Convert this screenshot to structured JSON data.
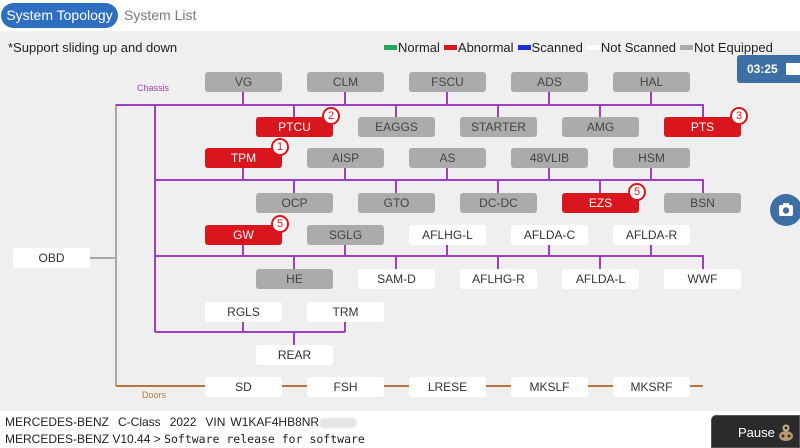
{
  "tabs": [
    {
      "label": "System Topology",
      "active": true
    },
    {
      "label": "System List",
      "active": false
    }
  ],
  "hint": "*Support sliding up and down",
  "legend": [
    {
      "label": "Normal",
      "color": "#1fa855"
    },
    {
      "label": "Abnormal",
      "color": "#d9161d"
    },
    {
      "label": "Scanned",
      "color": "#1a2fd6"
    },
    {
      "label": "Not Scanned",
      "color": "#ffffff"
    },
    {
      "label": "Not Equipped",
      "color": "#ababab"
    }
  ],
  "timer": "03:25",
  "groups": {
    "chassis": {
      "label": "Chassis",
      "color": "#9b3fbf"
    },
    "doors": {
      "label": "Doors",
      "color": "#b5773f"
    }
  },
  "obd": {
    "label": "OBD"
  },
  "modules": [
    {
      "label": "VG",
      "status": "not_equipped"
    },
    {
      "label": "CLM",
      "status": "not_equipped"
    },
    {
      "label": "FSCU",
      "status": "not_equipped"
    },
    {
      "label": "ADS",
      "status": "not_equipped"
    },
    {
      "label": "HAL",
      "status": "not_equipped"
    },
    {
      "label": "PTCU",
      "status": "abnormal",
      "faults": "2"
    },
    {
      "label": "EAGGS",
      "status": "not_equipped"
    },
    {
      "label": "STARTER",
      "status": "not_equipped"
    },
    {
      "label": "AMG",
      "status": "not_equipped"
    },
    {
      "label": "PTS",
      "status": "abnormal",
      "faults": "3"
    },
    {
      "label": "TPM",
      "status": "abnormal",
      "faults": "1"
    },
    {
      "label": "AISP",
      "status": "not_equipped"
    },
    {
      "label": "AS",
      "status": "not_equipped"
    },
    {
      "label": "48VLIB",
      "status": "not_equipped"
    },
    {
      "label": "HSM",
      "status": "not_equipped"
    },
    {
      "label": "OCP",
      "status": "not_equipped"
    },
    {
      "label": "GTO",
      "status": "not_equipped"
    },
    {
      "label": "DC-DC",
      "status": "not_equipped"
    },
    {
      "label": "EZS",
      "status": "abnormal",
      "faults": "5"
    },
    {
      "label": "BSN",
      "status": "not_equipped"
    },
    {
      "label": "GW",
      "status": "abnormal",
      "faults": "5"
    },
    {
      "label": "SGLG",
      "status": "not_equipped"
    },
    {
      "label": "AFLHG-L",
      "status": "not_scanned"
    },
    {
      "label": "AFLDA-C",
      "status": "not_scanned"
    },
    {
      "label": "AFLDA-R",
      "status": "not_scanned"
    },
    {
      "label": "HE",
      "status": "not_equipped"
    },
    {
      "label": "SAM-D",
      "status": "not_scanned"
    },
    {
      "label": "AFLHG-R",
      "status": "not_scanned"
    },
    {
      "label": "AFLDA-L",
      "status": "not_scanned"
    },
    {
      "label": "WWF",
      "status": "not_scanned"
    },
    {
      "label": "RGLS",
      "status": "not_scanned"
    },
    {
      "label": "TRM",
      "status": "not_scanned"
    },
    {
      "label": "REAR",
      "status": "not_scanned"
    },
    {
      "label": "SD",
      "status": "not_scanned"
    },
    {
      "label": "FSH",
      "status": "not_scanned"
    },
    {
      "label": "LRESE",
      "status": "not_scanned"
    },
    {
      "label": "MKSLF",
      "status": "not_scanned"
    },
    {
      "label": "MKSRF",
      "status": "not_scanned"
    }
  ],
  "footer": {
    "make": "MERCEDES-BENZ",
    "model": "C-Class",
    "year": "2022",
    "vin_label": "VIN",
    "vin": "W1KAF4HB8NR",
    "software": "MERCEDES-BENZ V10.44 >",
    "status": "Software release for software"
  },
  "pause_label": "Pause"
}
